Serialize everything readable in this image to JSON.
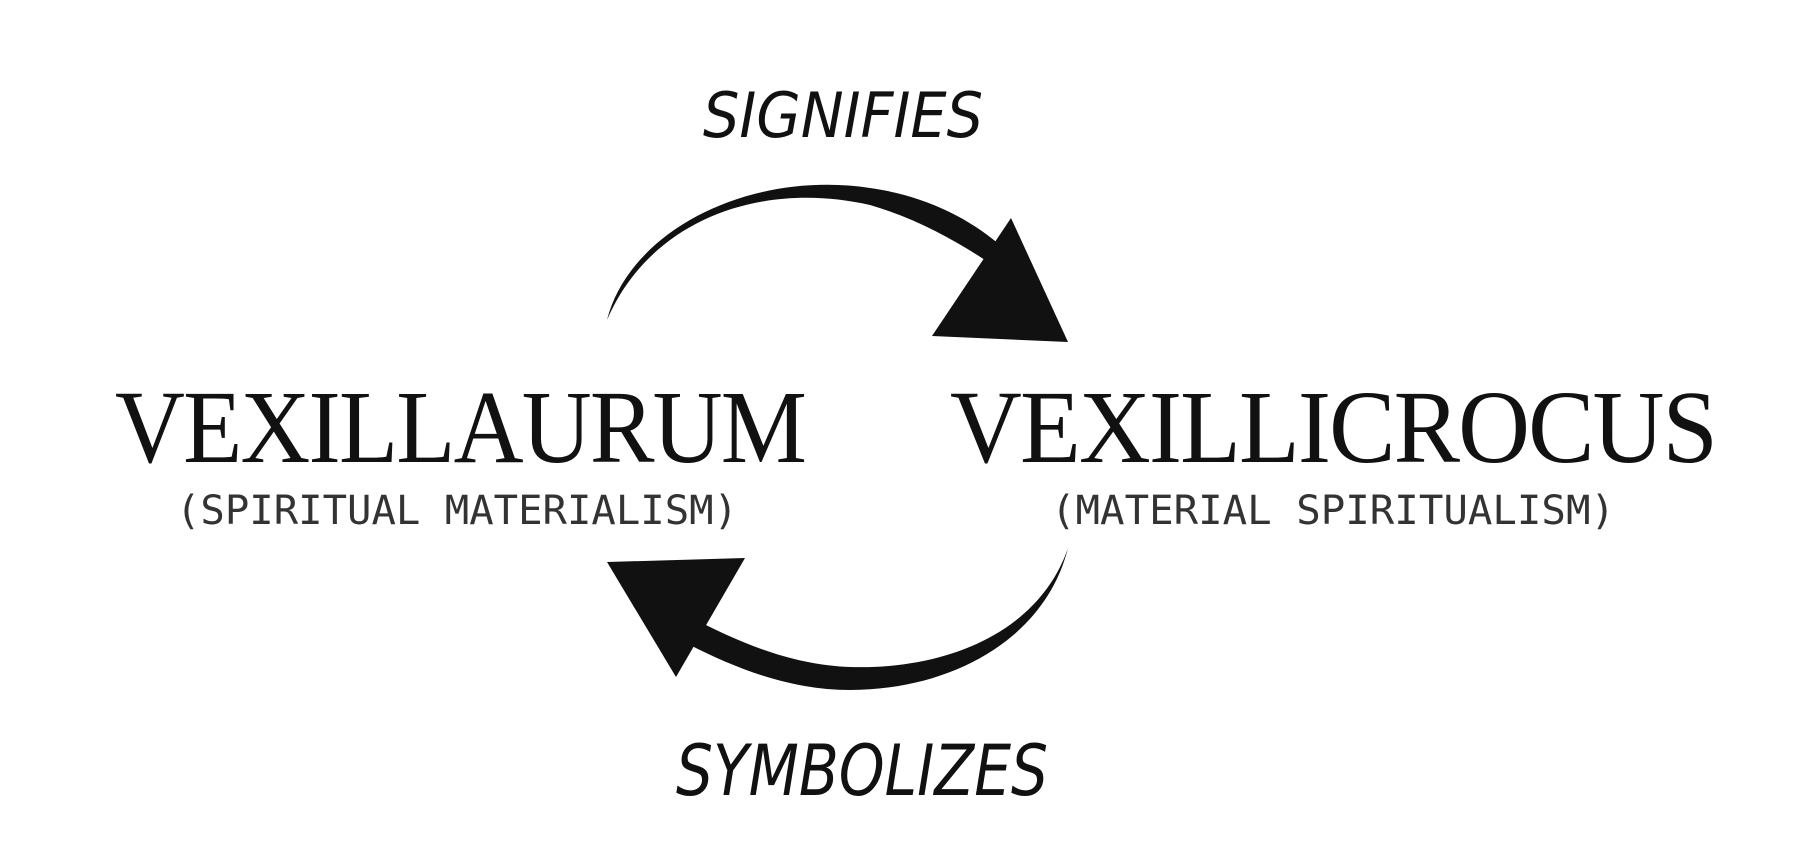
{
  "relation_top": "SIGNIFIES",
  "relation_bottom": "SYMBOLIZES",
  "left_node": {
    "title": "VEXILLAURUM",
    "subtitle": "(SPIRITUAL MATERIALISM)"
  },
  "right_node": {
    "title": "VEXILLICROCUS",
    "subtitle": "(MATERIAL SPIRITUALISM)"
  },
  "colors": {
    "ink": "#111111",
    "background": "#ffffff"
  }
}
